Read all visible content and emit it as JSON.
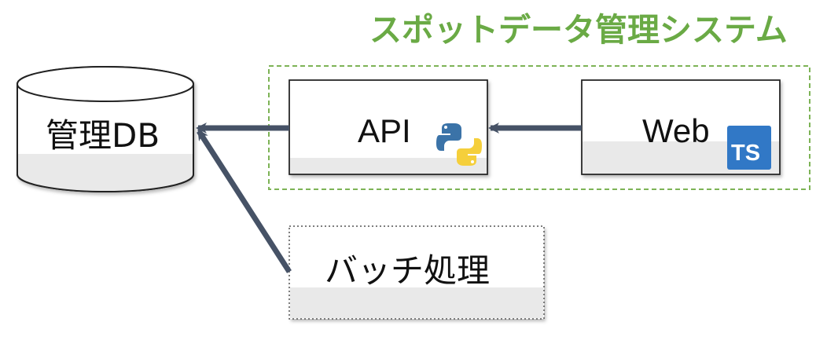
{
  "system": {
    "title": "スポットデータ管理システム"
  },
  "nodes": {
    "db": {
      "label": "管理DB"
    },
    "api": {
      "label": "API",
      "icon": "python-logo-icon"
    },
    "web": {
      "label": "Web",
      "icon": "typescript-logo-icon",
      "badge_text": "TS"
    },
    "batch": {
      "label": "バッチ処理"
    }
  },
  "edges": [
    {
      "from": "web",
      "to": "api"
    },
    {
      "from": "api",
      "to": "db"
    },
    {
      "from": "batch",
      "to": "db"
    }
  ],
  "colors": {
    "system_title": "#6aaa45",
    "system_border": "#7db356",
    "arrow": "#465266",
    "box_border": "#222222",
    "box_footer": "#e9e9e9",
    "ts_badge": "#3178c6",
    "python_blue": "#3b73a8",
    "python_yellow": "#f5cf3b"
  }
}
